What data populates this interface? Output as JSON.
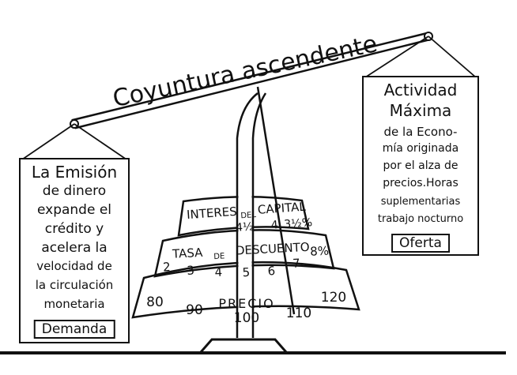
{
  "beam": {
    "label": "Coyuntura ascendente"
  },
  "left_panel": {
    "lines": [
      "La Emisión",
      "de dinero",
      "expande el",
      "crédito y",
      "acelera la",
      "velocidad de",
      "la circulación",
      "monetaria"
    ],
    "tag": "Demanda"
  },
  "right_panel": {
    "lines": [
      "Actividad",
      "Máxima",
      "de la Econo-",
      "mía originada",
      "por el alza de",
      "precios.Horas",
      "suplementarias",
      "trabajo nocturno"
    ],
    "tag": "Oferta"
  },
  "scales": {
    "interest": {
      "label_main1": "INTERES",
      "label_small": "DEL",
      "label_main2": "CAPITAL",
      "ticks": [
        "4½",
        "4",
        "3½%"
      ]
    },
    "discount": {
      "label_main1": "TASA",
      "label_small": "DE",
      "label_main2": "DESCUENTO",
      "ticks": [
        "2",
        "3",
        "4",
        "5",
        "6",
        "7",
        "8%"
      ]
    },
    "price": {
      "label": "PRECIO",
      "ticks": [
        "80",
        "90",
        "100",
        "110",
        "120"
      ]
    }
  }
}
